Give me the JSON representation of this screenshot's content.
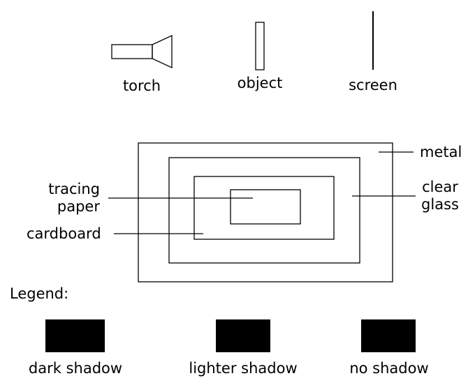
{
  "apparatus": {
    "torch_label": "torch",
    "object_label": "object",
    "screen_label": "screen"
  },
  "materials": {
    "metal": "metal",
    "clear_glass_line1": "clear",
    "clear_glass_line2": "glass",
    "tracing_paper_line1": "tracing",
    "tracing_paper_line2": "paper",
    "cardboard": "cardboard"
  },
  "legend": {
    "title": "Legend:",
    "items": [
      {
        "label": "dark shadow",
        "swatch_color": "#000000"
      },
      {
        "label": "lighter shadow",
        "swatch_color": "#000000"
      },
      {
        "label": "no shadow",
        "swatch_color": "#000000"
      }
    ]
  }
}
